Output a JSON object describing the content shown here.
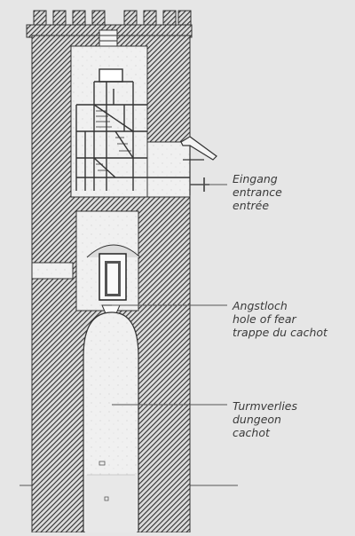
{
  "diagram": {
    "labels": [
      {
        "id": "entrance",
        "lines": [
          "Eingang",
          "entrance",
          "entrée"
        ]
      },
      {
        "id": "hole-of-fear",
        "lines": [
          "Angstloch",
          "hole of fear",
          "trappe du cachot"
        ]
      },
      {
        "id": "dungeon",
        "lines": [
          "Turmverlies",
          "dungeon",
          "cachot"
        ]
      }
    ],
    "colors": {
      "background": "#e6e6e6",
      "wall_hatch": "#2e2e2e",
      "interior": "#f2f2f2",
      "timber": "#333333",
      "text": "#3a3a3a"
    }
  }
}
